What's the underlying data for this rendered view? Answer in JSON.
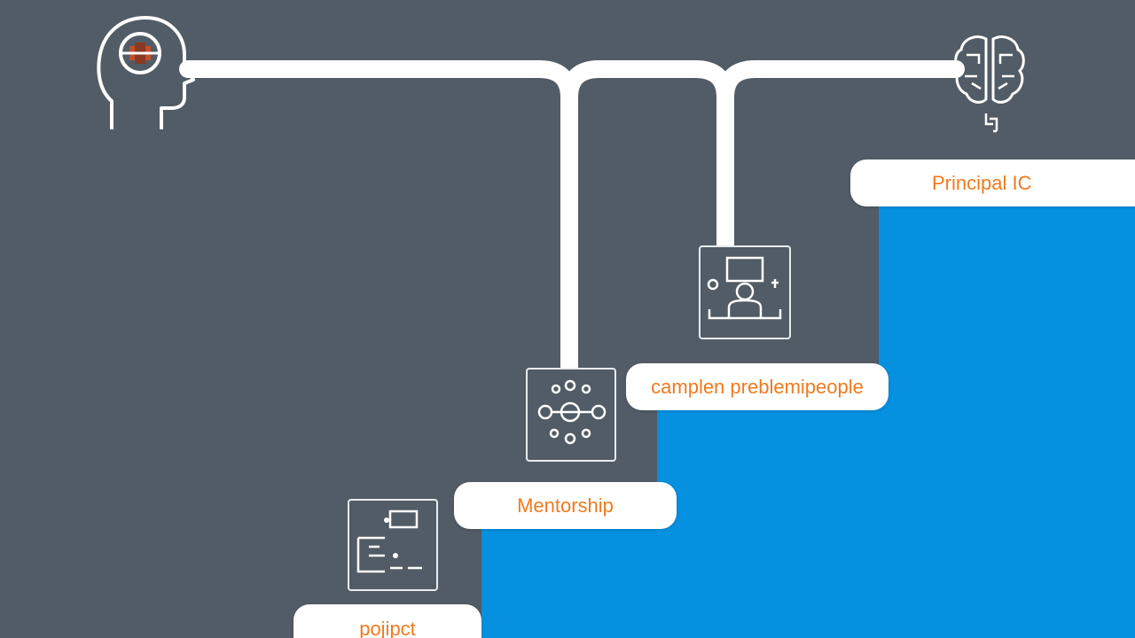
{
  "diagram": {
    "colors": {
      "background": "#525c66",
      "step_fill": "#0590e0",
      "label_text": "#f07a1f",
      "pill_fill": "#ffffff",
      "line": "#ffffff"
    },
    "steps": [
      {
        "label": "pojipct",
        "icon": "flowchart-icon"
      },
      {
        "label": "Mentorship",
        "icon": "network-icon"
      },
      {
        "label": "camplen preblemipeople",
        "icon": "presenter-icon"
      },
      {
        "label": "Principal IC",
        "icon": "brain-icon"
      }
    ],
    "start_icon": "head-gear-icon"
  }
}
